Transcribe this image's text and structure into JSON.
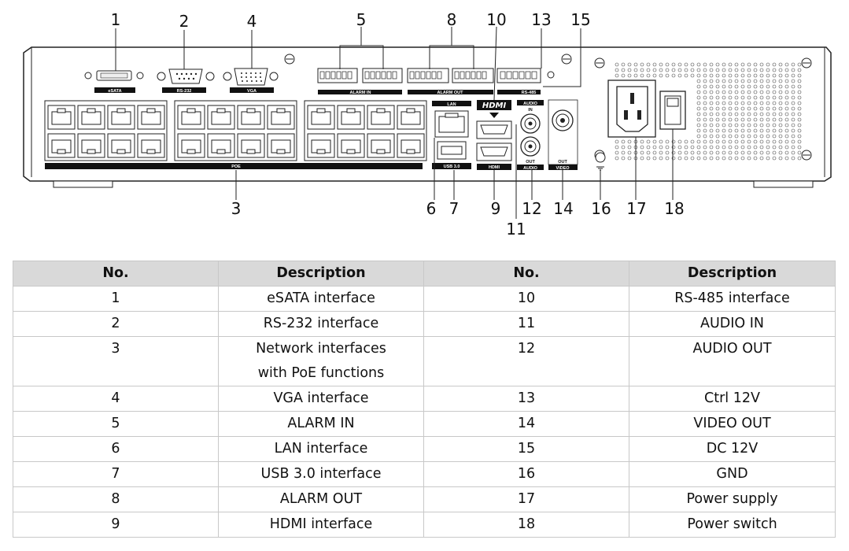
{
  "callouts": [
    "1",
    "2",
    "4",
    "5",
    "8",
    "10",
    "13",
    "15",
    "3",
    "6",
    "7",
    "9",
    "11",
    "12",
    "14",
    "16",
    "17",
    "18"
  ],
  "panel_labels": {
    "esata": "eSATA",
    "rs232": "RS-232",
    "vga": "VGA",
    "alarm_in": "ALARM IN",
    "alarm_out": "ALARM OUT",
    "rs485": "RS-485",
    "lan": "LAN",
    "usb": "USB 3.0",
    "hdmi_logo": "HDMI",
    "hdmi": "HDMI",
    "audio_in": "AUDIO",
    "audio_out": "AUDIO",
    "video": "VIDEO",
    "poe": "POE",
    "in": "IN",
    "out": "OUT"
  },
  "table": {
    "headers": [
      "No.",
      "Description",
      "No.",
      "Description"
    ],
    "rows": [
      {
        "no_a": "1",
        "desc_a": "eSATA interface",
        "no_b": "10",
        "desc_b": "RS-485 interface"
      },
      {
        "no_a": "2",
        "desc_a": "RS-232 interface",
        "no_b": "11",
        "desc_b": "AUDIO IN"
      },
      {
        "no_a": "3",
        "desc_a": "Network interfaces with PoE functions",
        "no_b": "12",
        "desc_b": "AUDIO OUT"
      },
      {
        "no_a": "4",
        "desc_a": "VGA interface",
        "no_b": "13",
        "desc_b": "Ctrl 12V"
      },
      {
        "no_a": "5",
        "desc_a": "ALARM IN",
        "no_b": "14",
        "desc_b": "VIDEO OUT"
      },
      {
        "no_a": "6",
        "desc_a": "LAN interface",
        "no_b": "15",
        "desc_b": "DC 12V"
      },
      {
        "no_a": "7",
        "desc_a": "USB 3.0 interface",
        "no_b": "16",
        "desc_b": "GND"
      },
      {
        "no_a": "8",
        "desc_a": "ALARM OUT",
        "no_b": "17",
        "desc_b": "Power supply"
      },
      {
        "no_a": "9",
        "desc_a": "HDMI interface",
        "no_b": "18",
        "desc_b": "Power switch"
      }
    ]
  }
}
